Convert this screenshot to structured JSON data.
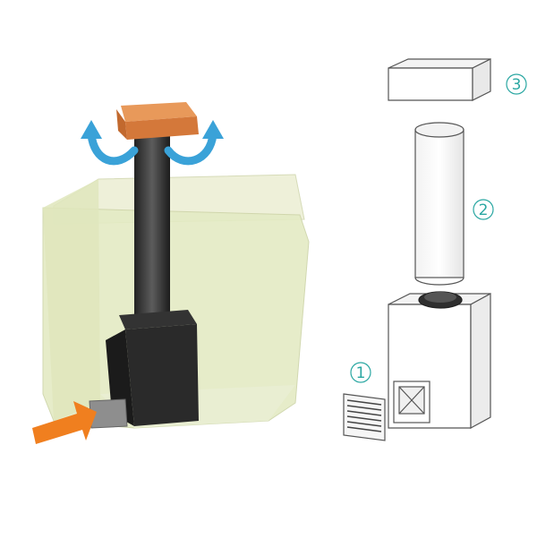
{
  "callouts": {
    "grille": "1",
    "duct": "2",
    "hood": "3"
  },
  "colors": {
    "callout": "#2aa7a2",
    "airflow_out": "#3aa2d8",
    "airflow_in": "#f07f1f",
    "chimney_cap": "#e0894a",
    "room_box": "#e9eecd",
    "stove": "#2a2a2a",
    "line_art": "#555555"
  },
  "icons": {
    "airflow_out": "curved-arrow-up-icon",
    "airflow_in": "arrow-right-icon"
  }
}
